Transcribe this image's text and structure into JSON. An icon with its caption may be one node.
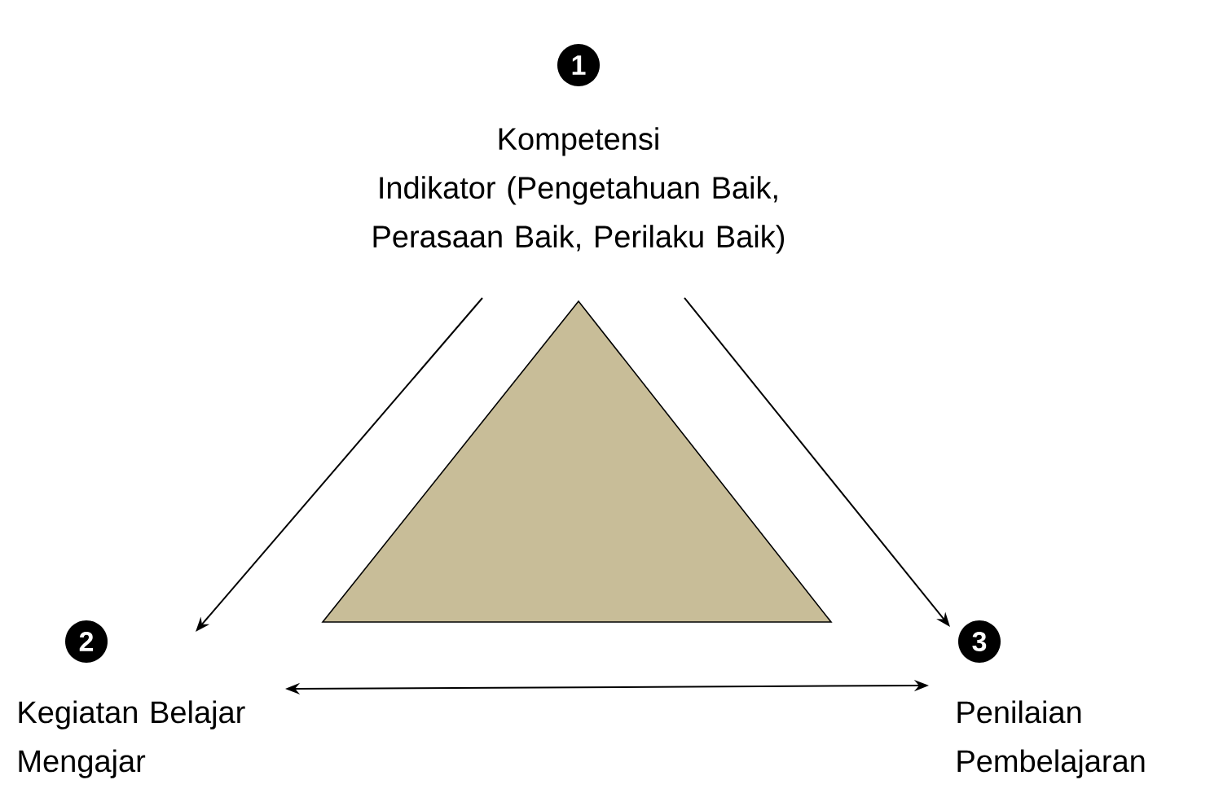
{
  "diagram": {
    "nodes": [
      {
        "text": [
          "Kompetensi",
          "Indikator (Pengetahuan Baik, Perasaan Baik, Perilaku Baik)"
        ],
        "beside": [
          "1"
        ]
      },
      {
        "text": [
          "Kegiatan Belajar Mengajar"
        ],
        "beside": [
          "2"
        ]
      },
      {
        "text": [
          "Penilaian Pembelajaran"
        ],
        "beside": [
          "3"
        ]
      },
      {
        "text": [],
        "shape": "triangle"
      }
    ],
    "edges": [
      {
        "from": 0,
        "to": 1,
        "arrow": "to"
      },
      {
        "from": 0,
        "to": 2,
        "arrow": "to"
      },
      {
        "from": 1,
        "to": 2,
        "arrow": "both"
      }
    ]
  }
}
